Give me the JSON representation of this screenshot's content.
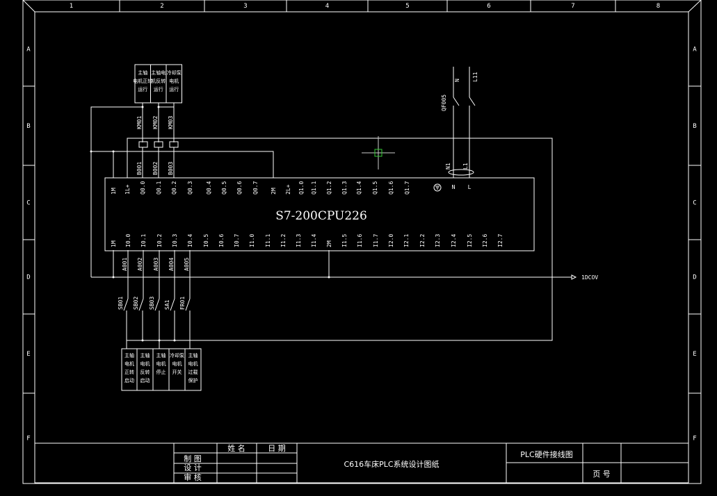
{
  "frame": {
    "columns": [
      "1",
      "2",
      "3",
      "4",
      "5",
      "6",
      "7",
      "8"
    ],
    "rows": [
      "A",
      "B",
      "C",
      "D",
      "E",
      "F"
    ]
  },
  "plc": {
    "model": "S7-200CPU226",
    "top_terminals": [
      "1M",
      "1L+",
      "Q0.0",
      "Q0.1",
      "Q0.2",
      "Q0.3",
      "Q0.4",
      "Q0.5",
      "Q0.6",
      "Q0.7",
      "2M",
      "2L+",
      "Q1.0",
      "Q1.1",
      "Q1.2",
      "Q1.3",
      "Q1.4",
      "Q1.5",
      "Q1.6",
      "Q1.7"
    ],
    "top_right_terminals": [
      "N",
      "L"
    ],
    "bottom_terminals": [
      "1M",
      "I0.0",
      "I0.1",
      "I0.2",
      "I0.3",
      "I0.4",
      "I0.5",
      "I0.6",
      "I0.7",
      "I1.0",
      "I1.1",
      "I1.2",
      "I1.3",
      "I1.4",
      "2M",
      "I1.5",
      "I1.6",
      "I1.7",
      "I2.0",
      "I2.1",
      "I2.2",
      "I2.3",
      "I2.4",
      "I2.5",
      "I2.6",
      "I2.7"
    ]
  },
  "outputs": {
    "coils": [
      "KM01",
      "KM02",
      "KM03"
    ],
    "wires": [
      "B001",
      "B002",
      "B003"
    ],
    "boxes": [
      [
        "主轴",
        "电机正转",
        "运行"
      ],
      [
        "主轴电",
        "机反转",
        "运行"
      ],
      [
        "冷却泵",
        "电机",
        "运行"
      ]
    ]
  },
  "power": {
    "breaker": "QF005",
    "n": "N",
    "l11": "L11",
    "n1": "N1",
    "l1": "L1"
  },
  "inputs": {
    "wires": [
      "A001",
      "A002",
      "A003",
      "A004",
      "A005"
    ],
    "switches": [
      "SB01",
      "SB02",
      "SB03",
      "SA1",
      "FR01"
    ],
    "boxes": [
      [
        "主轴",
        "电机",
        "正转",
        "启动"
      ],
      [
        "主轴",
        "电机",
        "反转",
        "启动"
      ],
      [
        "主轴",
        "电机",
        "停止"
      ],
      [
        "冷却泵",
        "电机",
        "开关"
      ],
      [
        "主轴",
        "电机",
        "过载",
        "保护"
      ]
    ],
    "com_label": "1DCOV"
  },
  "title_block": {
    "header_name": "姓 名",
    "header_date": "日 期",
    "row_labels": [
      "制 图",
      "设 计",
      "审 核"
    ],
    "project_title": "C616车床PLC系统设计图纸",
    "drawing_name": "PLC硬件接线图",
    "page_label": "页 号"
  }
}
